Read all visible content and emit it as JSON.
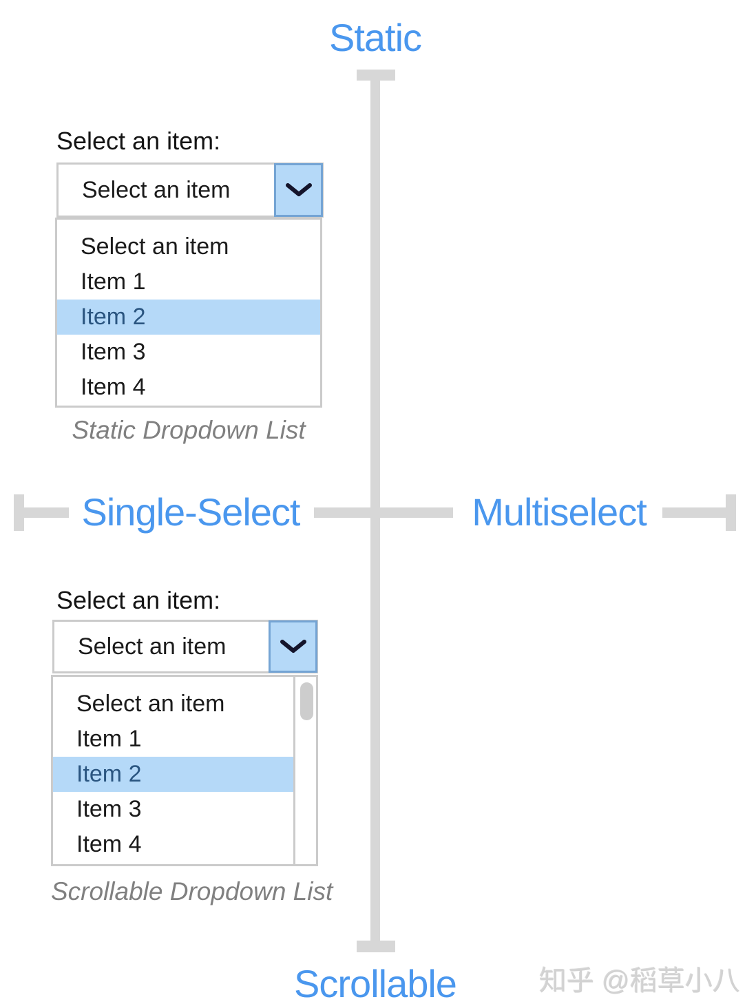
{
  "axes": {
    "top_label": "Static",
    "bottom_label": "Scrollable",
    "left_label": "Single-Select",
    "right_label": "Multiselect"
  },
  "static_dropdown": {
    "label": "Select an item:",
    "value": "Select an item",
    "items": [
      {
        "label": "Select an item",
        "selected": false
      },
      {
        "label": "Item 1",
        "selected": false
      },
      {
        "label": "Item 2",
        "selected": true
      },
      {
        "label": "Item 3",
        "selected": false
      },
      {
        "label": "Item 4",
        "selected": false
      }
    ],
    "caption": "Static Dropdown List"
  },
  "scrollable_dropdown": {
    "label": "Select an item:",
    "value": "Select an item",
    "items": [
      {
        "label": "Select an item",
        "selected": false
      },
      {
        "label": "Item 1",
        "selected": false
      },
      {
        "label": "Item 2",
        "selected": true
      },
      {
        "label": "Item 3",
        "selected": false
      },
      {
        "label": "Item 4",
        "selected": false
      }
    ],
    "has_scrollbar": true,
    "caption": "Scrollable Dropdown List"
  },
  "icons": {
    "dropdown_toggle": "chevron-down"
  },
  "watermark": {
    "text": "知乎 @稻草小八"
  },
  "colors": {
    "axis_label": "#4a97ee",
    "axis_line": "#d7d7d7",
    "box_border": "#cbcbcb",
    "accent_fill": "#b5d9f8",
    "accent_border": "#74a4d4",
    "selected_text": "#2a5580",
    "caption": "#808080",
    "watermark": "#d2d2d2"
  }
}
